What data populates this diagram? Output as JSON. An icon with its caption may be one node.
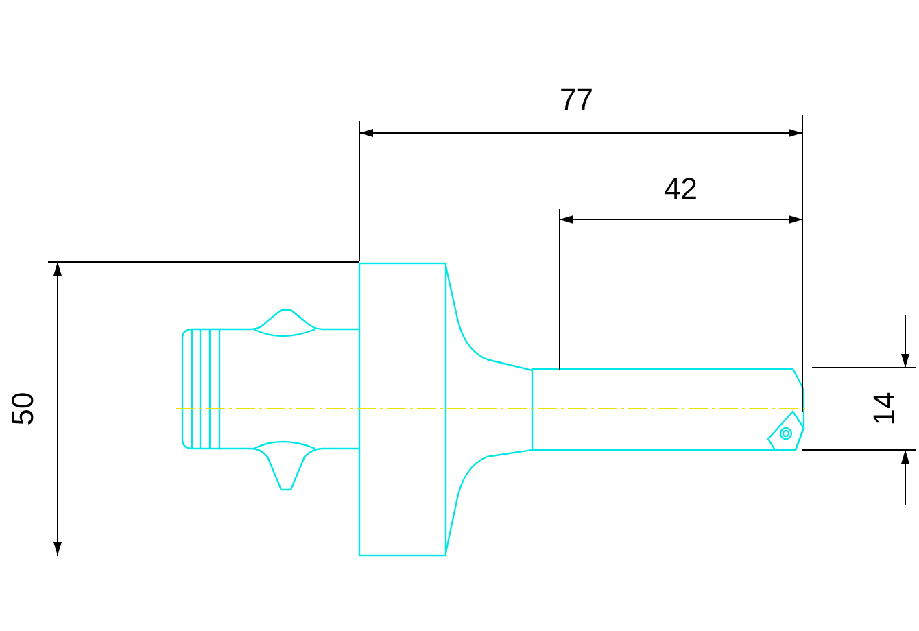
{
  "diagram": {
    "labels": [
      "77",
      "42",
      "50",
      "14"
    ]
  }
}
